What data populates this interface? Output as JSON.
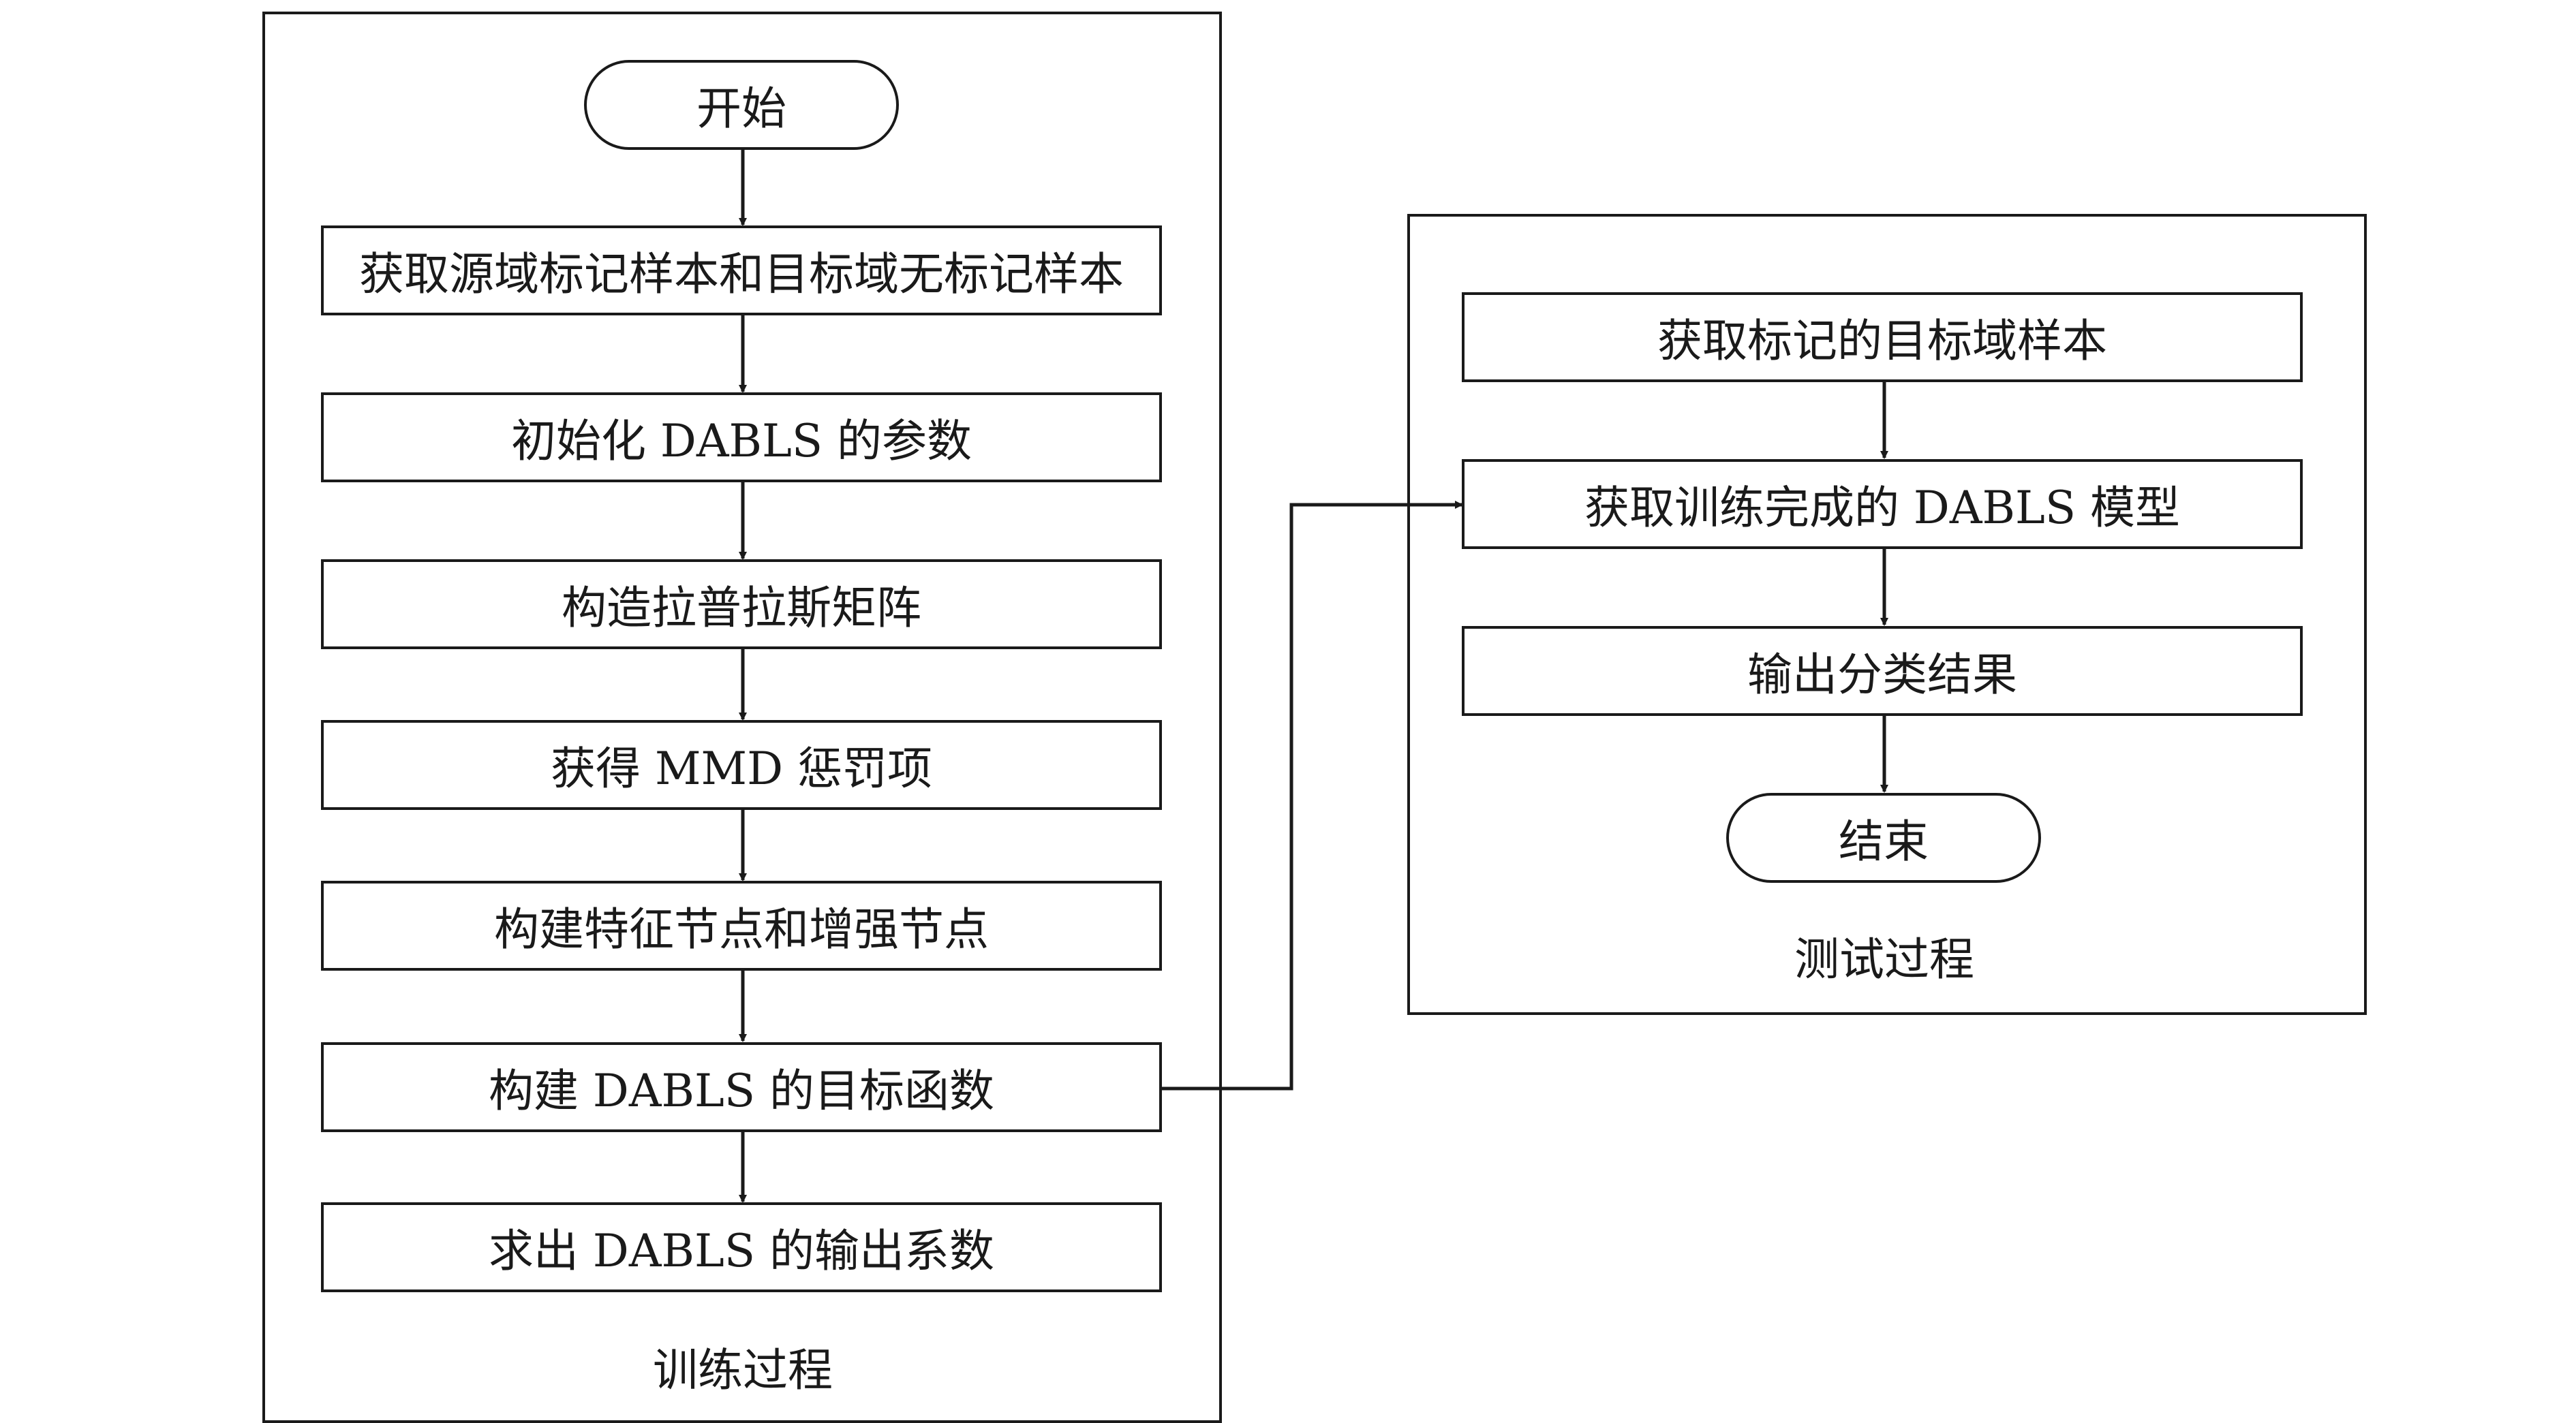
{
  "training": {
    "caption": "训练过程",
    "steps": {
      "start": "开始",
      "s1": "获取源域标记样本和目标域无标记样本",
      "s2": "初始化 DABLS 的参数",
      "s3": "构造拉普拉斯矩阵",
      "s4": "获得 MMD 惩罚项",
      "s5": "构建特征节点和增强节点",
      "s6": "构建 DABLS 的目标函数",
      "s7": "求出 DABLS 的输出系数"
    }
  },
  "testing": {
    "caption": "测试过程",
    "steps": {
      "t1": "获取标记的目标域样本",
      "t2": "获取训练完成的 DABLS 模型",
      "t3": "输出分类结果",
      "end": "结束"
    }
  }
}
